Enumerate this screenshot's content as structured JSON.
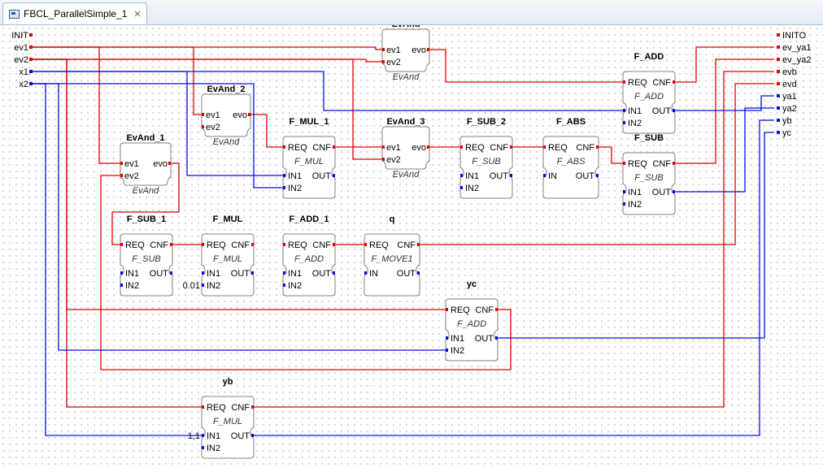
{
  "tab": {
    "title": "FBCL_ParallelSimple_1",
    "close_icon": "close-icon"
  },
  "interface_inputs": [
    {
      "name": "INIT",
      "kind": "event"
    },
    {
      "name": "ev1",
      "kind": "event"
    },
    {
      "name": "ev2",
      "kind": "event"
    },
    {
      "name": "x1",
      "kind": "data"
    },
    {
      "name": "x2",
      "kind": "data"
    }
  ],
  "interface_outputs": [
    {
      "name": "INITO",
      "kind": "event"
    },
    {
      "name": "ev_ya1",
      "kind": "event"
    },
    {
      "name": "ev_ya2",
      "kind": "event"
    },
    {
      "name": "evb",
      "kind": "event"
    },
    {
      "name": "evd",
      "kind": "event"
    },
    {
      "name": "ya1",
      "kind": "data"
    },
    {
      "name": "ya2",
      "kind": "data"
    },
    {
      "name": "yb",
      "kind": "data"
    },
    {
      "name": "yc",
      "kind": "data"
    }
  ],
  "blocks": [
    {
      "id": "evand",
      "name": "EvAnd",
      "type": "EvAnd",
      "shape": "evand",
      "ins": [
        "ev1",
        "ev2"
      ],
      "outs": [
        "evo"
      ]
    },
    {
      "id": "evand2",
      "name": "EvAnd_2",
      "type": "EvAnd",
      "shape": "evand",
      "ins": [
        "ev1",
        "ev2"
      ],
      "outs": [
        "evo"
      ]
    },
    {
      "id": "evand1",
      "name": "EvAnd_1",
      "type": "EvAnd",
      "shape": "evand",
      "ins": [
        "ev1",
        "ev2"
      ],
      "outs": [
        "evo"
      ]
    },
    {
      "id": "evand3",
      "name": "EvAnd_3",
      "type": "EvAnd",
      "shape": "evand",
      "ins": [
        "ev1",
        "ev2"
      ],
      "outs": [
        "evo"
      ]
    },
    {
      "id": "fadd",
      "name": "F_ADD",
      "type": "F_ADD",
      "shape": "fb2",
      "ins": [
        "REQ",
        "CNF"
      ],
      "data": [
        "IN1",
        "IN2"
      ],
      "dout": "OUT"
    },
    {
      "id": "fmul1",
      "name": "F_MUL_1",
      "type": "F_MUL",
      "shape": "fb2",
      "ins": [
        "REQ",
        "CNF"
      ],
      "data": [
        "IN1",
        "IN2"
      ],
      "dout": "OUT"
    },
    {
      "id": "fsub2",
      "name": "F_SUB_2",
      "type": "F_SUB",
      "shape": "fb2",
      "ins": [
        "REQ",
        "CNF"
      ],
      "data": [
        "IN1",
        "IN2"
      ],
      "dout": "OUT"
    },
    {
      "id": "fabs",
      "name": "F_ABS",
      "type": "F_ABS",
      "shape": "fb1",
      "ins": [
        "REQ",
        "CNF"
      ],
      "data": [
        "IN"
      ],
      "dout": "OUT"
    },
    {
      "id": "fsub",
      "name": "F_SUB",
      "type": "F_SUB",
      "shape": "fb2",
      "ins": [
        "REQ",
        "CNF"
      ],
      "data": [
        "IN1",
        "IN2"
      ],
      "dout": "OUT"
    },
    {
      "id": "fsub1",
      "name": "F_SUB_1",
      "type": "F_SUB",
      "shape": "fb2",
      "ins": [
        "REQ",
        "CNF"
      ],
      "data": [
        "IN1",
        "IN2"
      ],
      "dout": "OUT"
    },
    {
      "id": "fmul",
      "name": "F_MUL",
      "type": "F_MUL",
      "shape": "fb2",
      "ins": [
        "REQ",
        "CNF"
      ],
      "data": [
        "IN1",
        "IN2"
      ],
      "dout": "OUT",
      "const": "0.01"
    },
    {
      "id": "fadd1",
      "name": "F_ADD_1",
      "type": "F_ADD",
      "shape": "fb2",
      "ins": [
        "REQ",
        "CNF"
      ],
      "data": [
        "IN1",
        "IN2"
      ],
      "dout": "OUT"
    },
    {
      "id": "q",
      "name": "q",
      "type": "F_MOVE1",
      "shape": "fb1",
      "ins": [
        "REQ",
        "CNF"
      ],
      "data": [
        "IN"
      ],
      "dout": "OUT"
    },
    {
      "id": "yc",
      "name": "yc",
      "type": "F_ADD",
      "shape": "fb2",
      "ins": [
        "REQ",
        "CNF"
      ],
      "data": [
        "IN1",
        "IN2"
      ],
      "dout": "OUT"
    },
    {
      "id": "yb",
      "name": "yb",
      "type": "F_MUL",
      "shape": "fb2",
      "ins": [
        "REQ",
        "CNF"
      ],
      "data": [
        "IN1",
        "IN2"
      ],
      "dout": "OUT",
      "const": "1,1"
    }
  ],
  "colors": {
    "event": "#e00000",
    "data": "#0010e0",
    "block_border": "#808080",
    "block_fill": "#ffffff"
  }
}
